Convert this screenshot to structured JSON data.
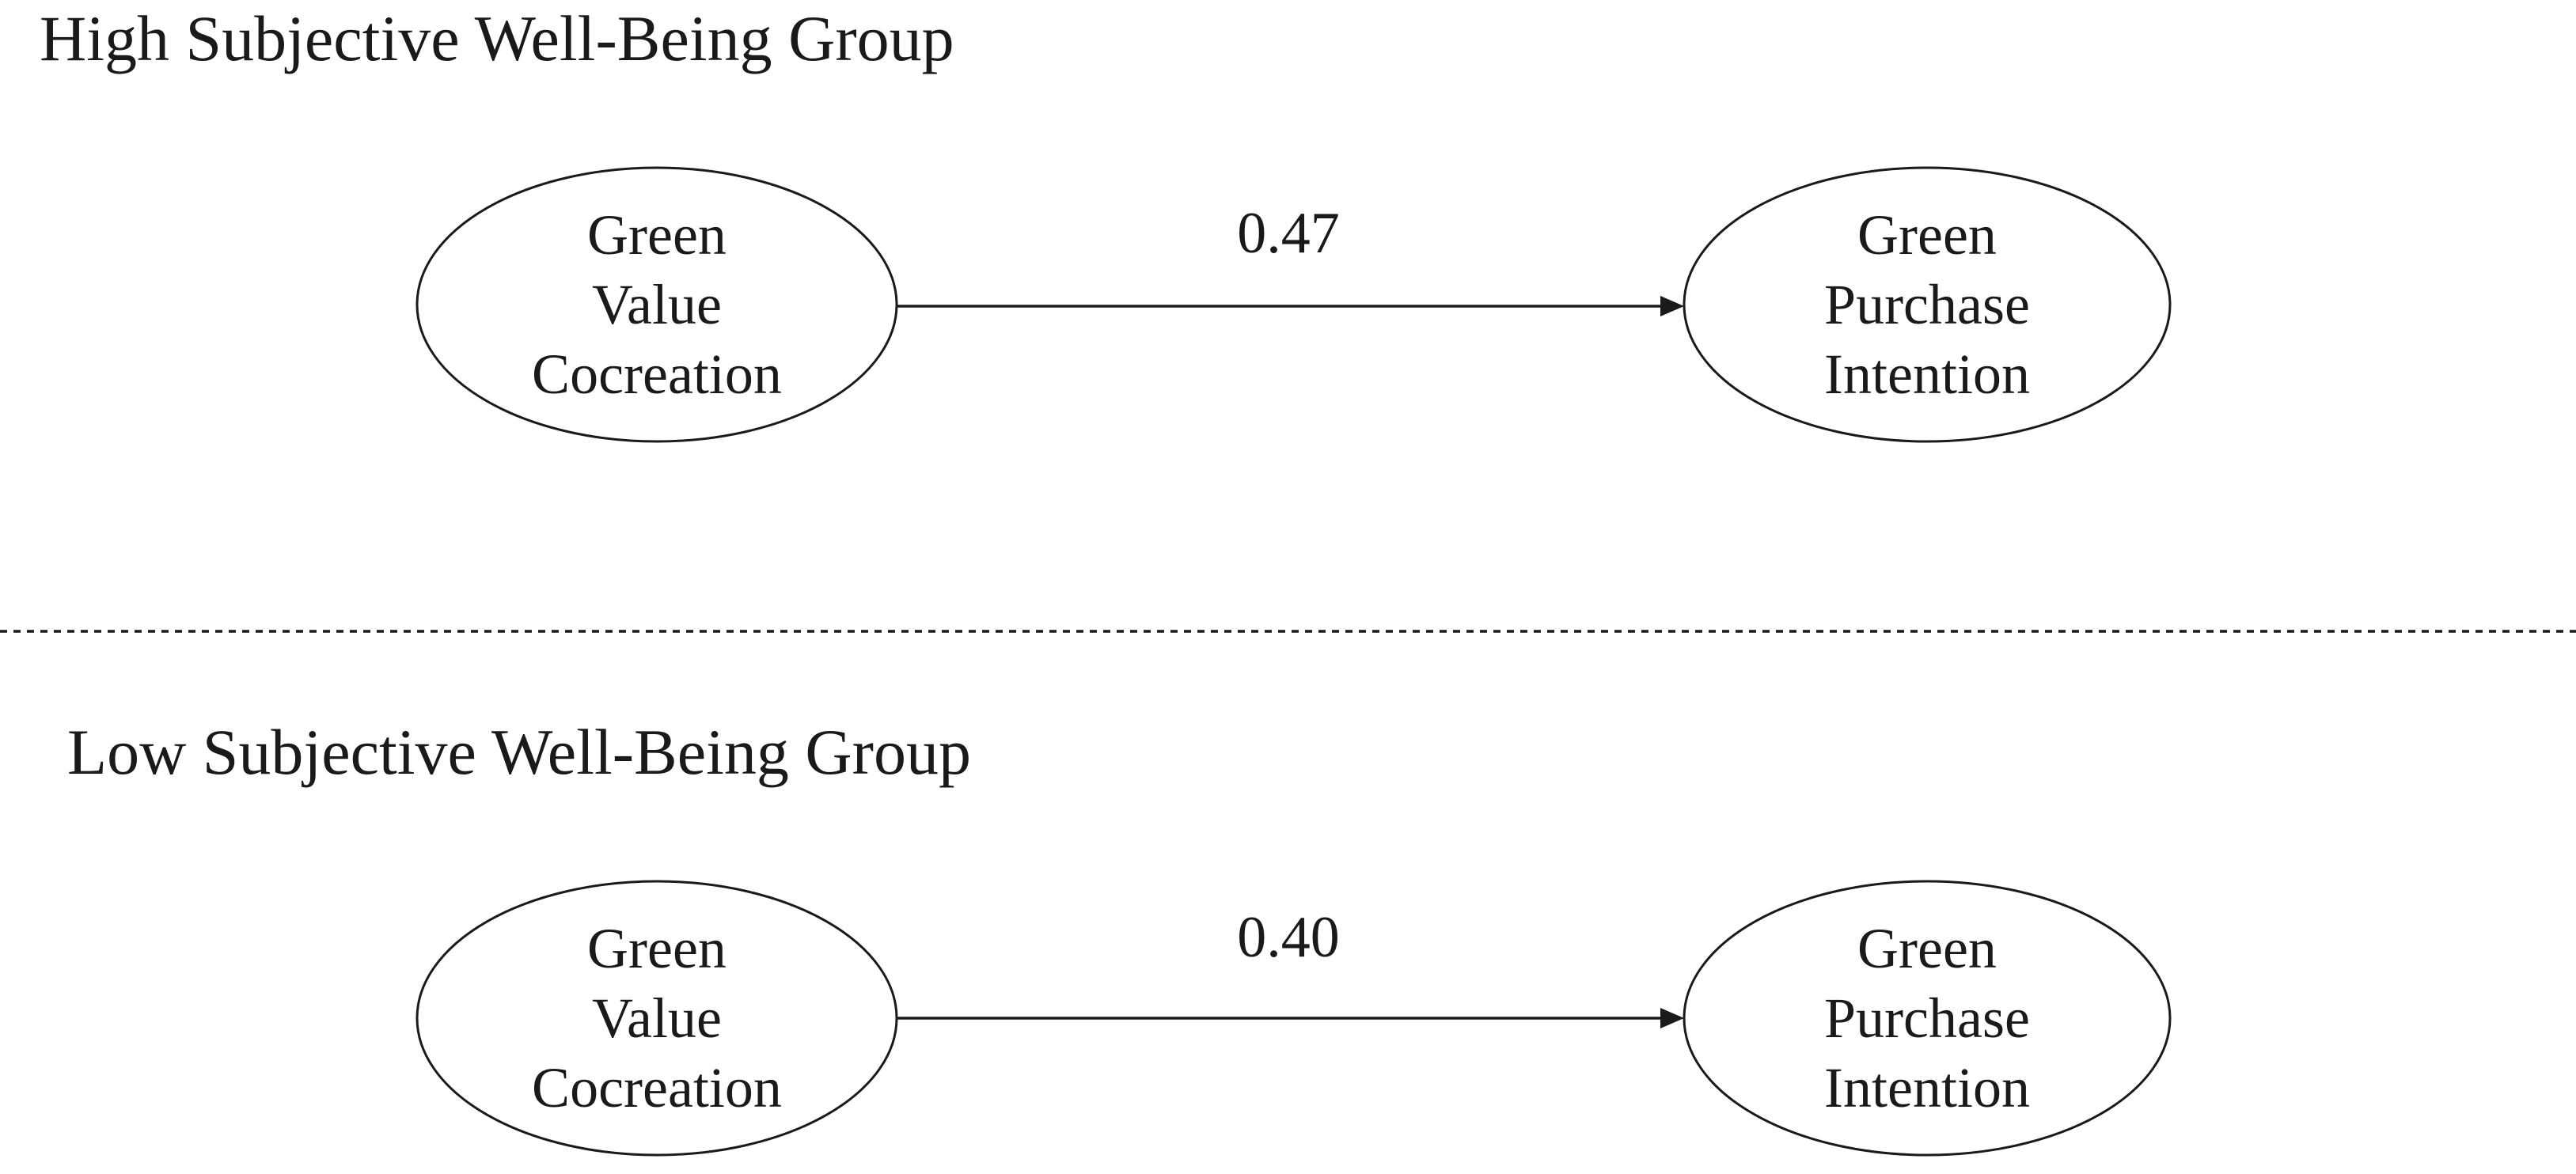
{
  "figure": {
    "background": "#ffffff",
    "line_color": "#1a1a1a",
    "groups": [
      {
        "title": "High Subjective Well-Being Group",
        "source_label": "Green\nValue\nCocreation",
        "target_label": "Green\nPurchase\nIntention",
        "coefficient": "0.47"
      },
      {
        "title": "Low Subjective Well-Being Group",
        "source_label": "Green\nValue\nCocreation",
        "target_label": "Green\nPurchase\nIntention",
        "coefficient": "0.40"
      }
    ]
  }
}
